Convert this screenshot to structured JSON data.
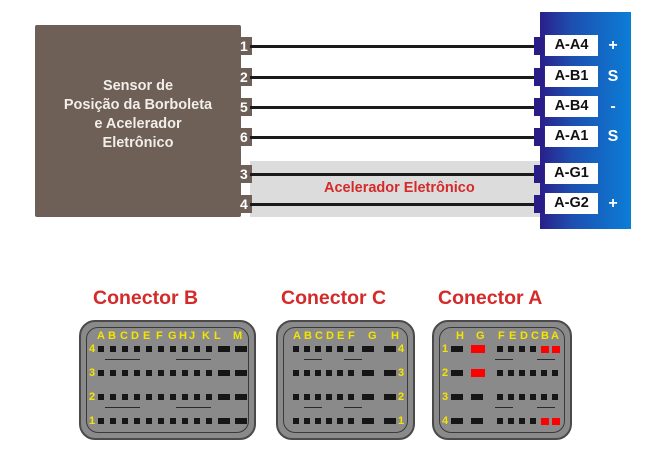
{
  "sensor": {
    "title": "Sensor de\nPosição da Borboleta\ne Acelerador\nEletrônico",
    "pins": [
      "1",
      "2",
      "5",
      "6",
      "3",
      "4"
    ]
  },
  "band_label": "Acelerador Eletrônico",
  "ecu": {
    "terminals": [
      {
        "label": "A-A4",
        "sign": "+"
      },
      {
        "label": "A-B1",
        "sign": "S"
      },
      {
        "label": "A-B4",
        "sign": "-"
      },
      {
        "label": "A-A1",
        "sign": "S"
      },
      {
        "label": "A-G1",
        "sign": ""
      },
      {
        "label": "A-G2",
        "sign": "+"
      }
    ]
  },
  "connectors": {
    "b": {
      "title": "Conector B",
      "columns": [
        "A",
        "B",
        "C",
        "D",
        "E",
        "F",
        "G",
        "H",
        "J",
        "K",
        "L",
        "M"
      ],
      "rows": [
        "4",
        "3",
        "2",
        "1"
      ]
    },
    "c": {
      "title": "Conector C",
      "columns": [
        "A",
        "B",
        "C",
        "D",
        "E",
        "F",
        "G",
        "H"
      ],
      "rows": [
        "4",
        "3",
        "2",
        "1"
      ]
    },
    "a": {
      "title": "Conector A",
      "columns": [
        "H",
        "G",
        "F",
        "E",
        "D",
        "C",
        "B",
        "A"
      ],
      "rows": [
        "1",
        "2",
        "3",
        "4"
      ],
      "highlighted_pins": [
        "A1",
        "B1",
        "G1",
        "G2",
        "A4",
        "B4"
      ]
    }
  },
  "colors": {
    "sensor_body": "#6e5f57",
    "accent_red": "#d42a2a",
    "highlight_pin": "#ff0000",
    "pin_label": "#f5e400",
    "ecu_dark": "#2a1f8a",
    "ecu_light": "#0b7ed6"
  }
}
